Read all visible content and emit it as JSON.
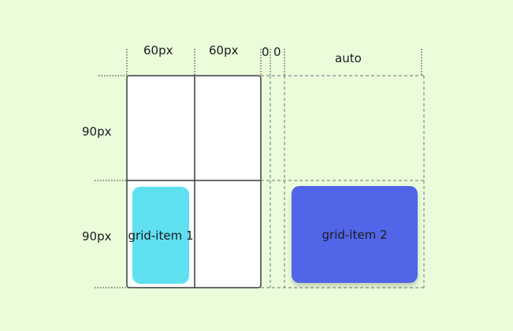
{
  "columns": {
    "col1": "60px",
    "col2": "60px",
    "col3": "0",
    "col4": "0",
    "col5": "auto"
  },
  "rows": {
    "row1": "90px",
    "row2": "90px"
  },
  "items": {
    "item1": {
      "label": "grid-item 1",
      "color": "#5ee0f0"
    },
    "item2": {
      "label": "grid-item 2",
      "color": "#5165e8"
    }
  },
  "colors": {
    "background": "#e9fddb",
    "cell_fill": "#ffffff",
    "line": "#3a3a3a",
    "dashed_line": "#8a8a8a"
  }
}
